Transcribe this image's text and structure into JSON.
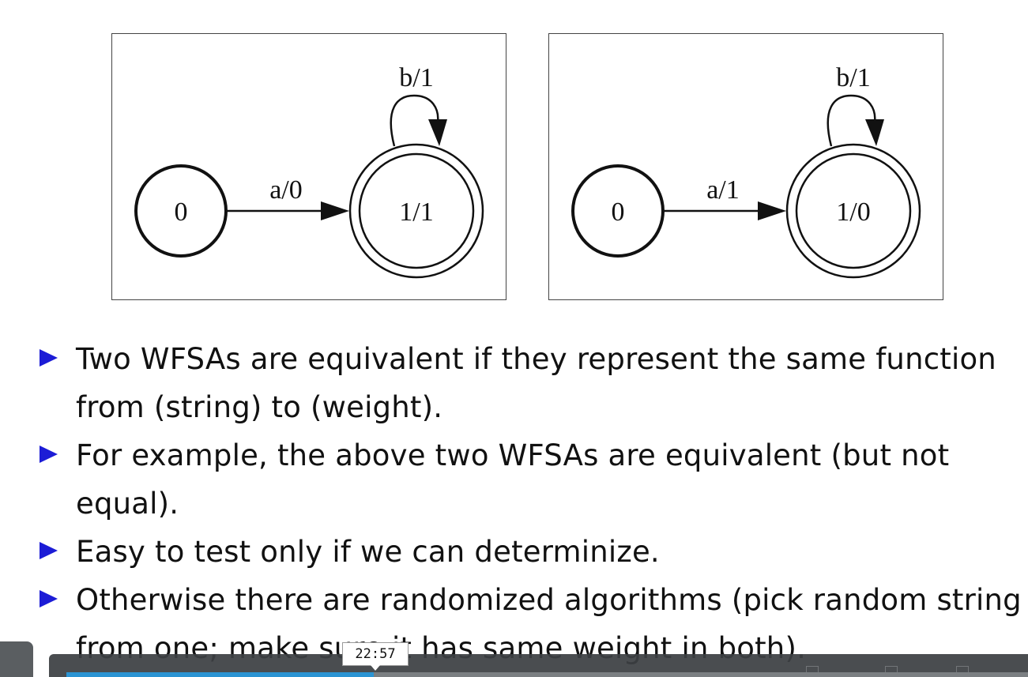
{
  "slide": {
    "diagrams": [
      {
        "start_state": "0",
        "arc_label": "a/0",
        "final_state": "1/1",
        "loop_label": "b/1"
      },
      {
        "start_state": "0",
        "arc_label": "a/1",
        "final_state": "1/0",
        "loop_label": "b/1"
      }
    ],
    "bullets": [
      "Two WFSAs are equivalent if they represent the same function from (string) to (weight).",
      "For example, the above two WFSAs are equivalent (but not equal).",
      "Easy to test only if we can determinize.",
      "Otherwise there are randomized algorithms (pick random string from one; make sure it has same weight in both)."
    ],
    "bullet_color": "#1c1cd6"
  },
  "player": {
    "hover_time": "22:57",
    "progress_fraction": 0.32,
    "progress_color": "#2b94d3"
  }
}
